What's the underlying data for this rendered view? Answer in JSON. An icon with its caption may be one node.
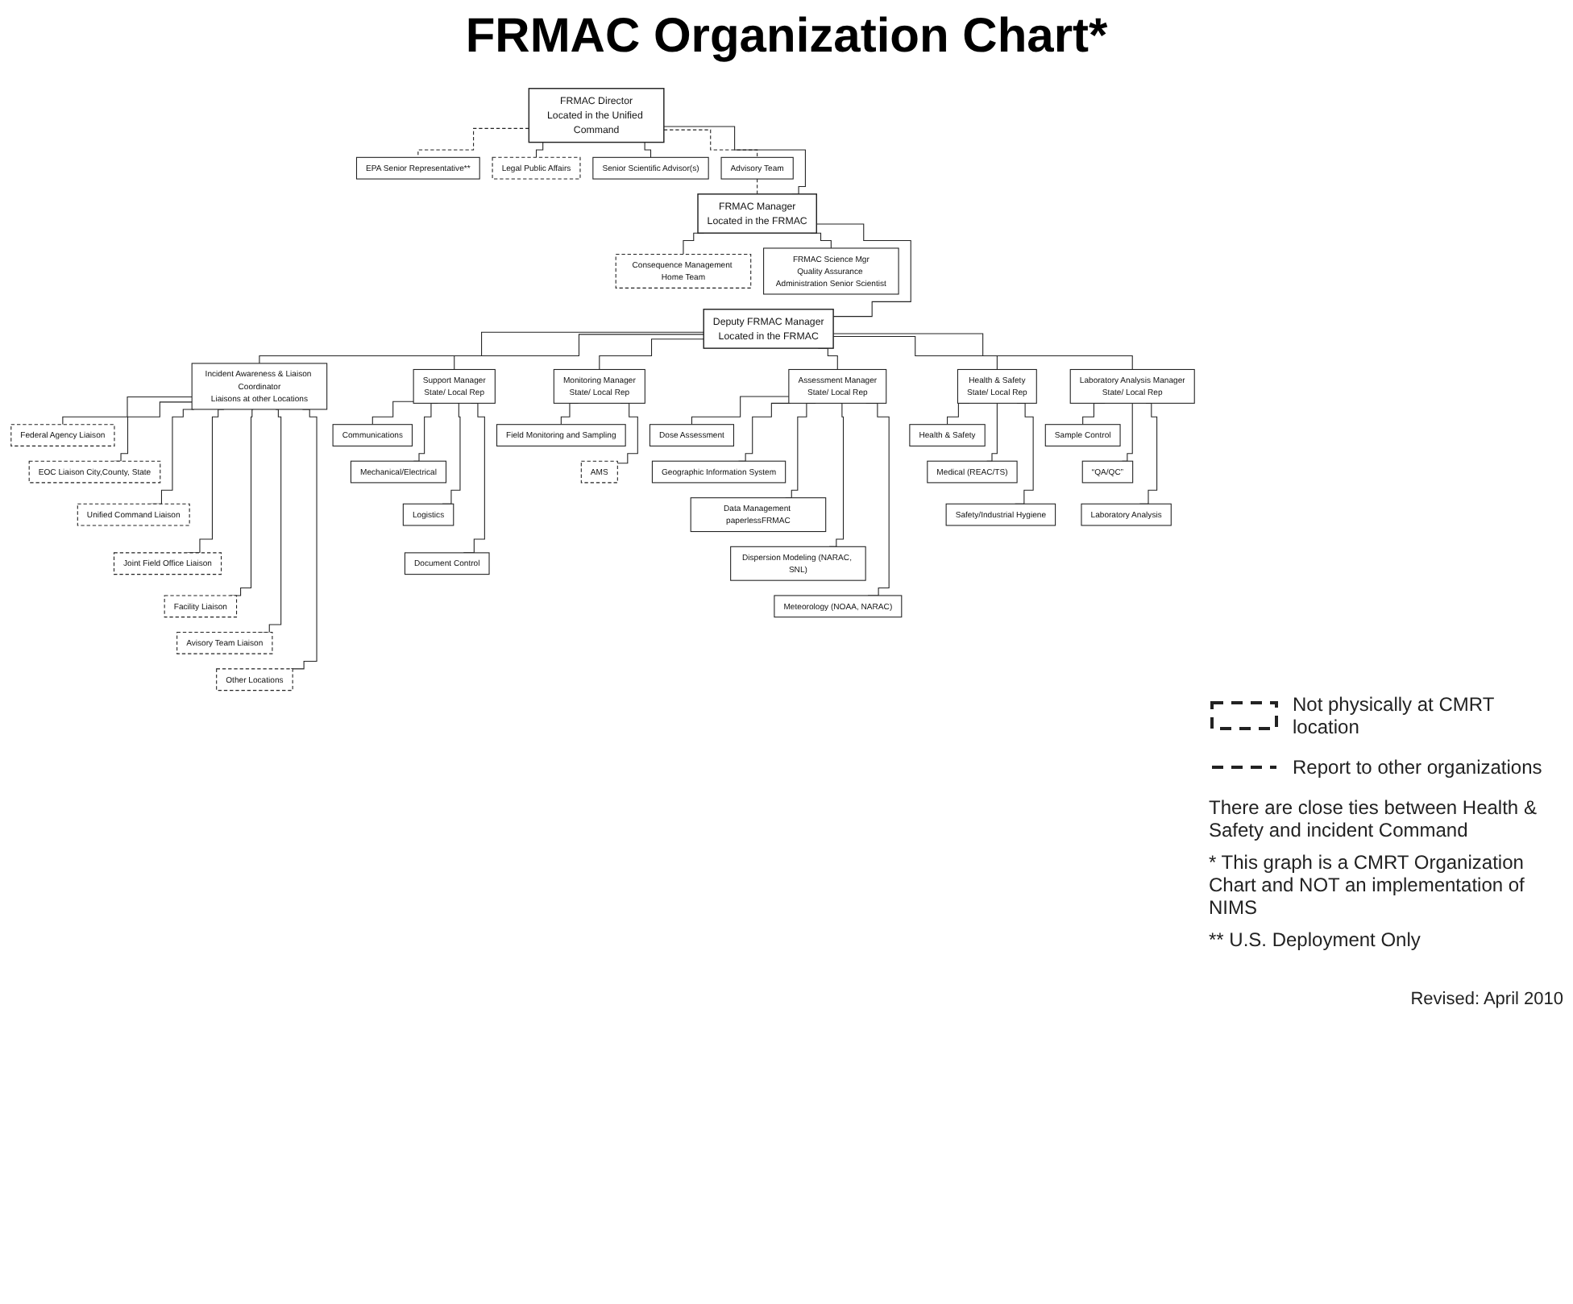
{
  "diagram": {
    "title": "FRMAC Organization Chart*",
    "nodes": [
      {
        "text": [
          "FRMAC Director",
          "Located in the Unified Command"
        ]
      },
      {
        "text": [
          "EPA Senior Representative**"
        ]
      },
      {
        "text": [
          "Legal Public Affairs"
        ]
      },
      {
        "text": [
          "Senior Scientific Advisor(s)"
        ]
      },
      {
        "text": [
          "Advisory Team"
        ]
      },
      {
        "text": [
          "Consequence Management Home Team"
        ]
      },
      {
        "text": [
          "FRMAC Manager",
          "Located in the FRMAC"
        ]
      },
      {
        "text": [
          "FRMAC Science Mgr",
          "Quality Assurance Administration Senior Scientist"
        ]
      },
      {
        "text": [
          "Deputy FRMAC Manager",
          "Located in the FRMAC"
        ]
      },
      {
        "text": [
          "Incident Awareness & Liaison Coordinator",
          "Liaisons at other Locations"
        ]
      },
      {
        "text": [
          "Support Manager",
          "State/ Local Rep"
        ]
      },
      {
        "text": [
          "Monitoring Manager",
          "State/ Local Rep"
        ]
      },
      {
        "text": [
          "Assessment Manager",
          "State/ Local Rep"
        ]
      },
      {
        "text": [
          "Health & Safety",
          "State/ Local Rep"
        ]
      },
      {
        "text": [
          "Laboratory Analysis Manager",
          "State/ Local Rep"
        ]
      },
      {
        "text": [
          "Federal Agency Liaison"
        ]
      },
      {
        "text": [
          "EOC Liaison City,County, State"
        ]
      },
      {
        "text": [
          "Unified Command Liaison"
        ]
      },
      {
        "text": [
          "Joint Field Office Liaison"
        ]
      },
      {
        "text": [
          "Facility Liaison"
        ]
      },
      {
        "text": [
          "Avisory Team Liaison"
        ]
      },
      {
        "text": [
          "Other Locations"
        ]
      },
      {
        "text": [
          "Communications"
        ]
      },
      {
        "text": [
          "Mechanical/Electrical"
        ]
      },
      {
        "text": [
          "Logistics"
        ]
      },
      {
        "text": [
          "Document Control"
        ]
      },
      {
        "text": [
          "Field Monitoring and Sampling"
        ]
      },
      {
        "text": [
          "AMS"
        ]
      },
      {
        "text": [
          "Dose Assessment"
        ]
      },
      {
        "text": [
          "Geographic Information System"
        ]
      },
      {
        "text": [
          "Data Management paperlessFRMAC"
        ]
      },
      {
        "text": [
          "Dispersion Modeling (NARAC, SNL)"
        ]
      },
      {
        "text": [
          "Meteorology (NOAA, NARAC)"
        ]
      },
      {
        "text": [
          "Health & Safety"
        ]
      },
      {
        "text": [
          "Medical (REAC/TS)"
        ]
      },
      {
        "text": [
          "Safety/Industrial Hygiene"
        ]
      },
      {
        "text": [
          "Sample Control"
        ]
      },
      {
        "text": [
          "“QA/QC”"
        ]
      },
      {
        "text": [
          "Laboratory Analysis"
        ]
      }
    ],
    "edges": [
      {
        "from": 0,
        "to": 1,
        "arrow": "none",
        "style": "dashed"
      },
      {
        "from": 0,
        "to": 2,
        "arrow": "none"
      },
      {
        "from": 0,
        "to": 3,
        "arrow": "none"
      },
      {
        "from": 0,
        "to": 4,
        "arrow": "none",
        "style": "dashed"
      },
      {
        "from": 0,
        "to": 6,
        "arrow": "none"
      },
      {
        "from": 6,
        "to": 4,
        "arrow": "none",
        "style": "dashed"
      },
      {
        "from": 6,
        "to": 5,
        "arrow": "none"
      },
      {
        "from": 6,
        "to": 7,
        "arrow": "none"
      },
      {
        "from": 6,
        "to": 8,
        "arrow": "none"
      },
      {
        "from": 8,
        "to": 9,
        "arrow": "none"
      },
      {
        "from": 8,
        "to": 10,
        "arrow": "none"
      },
      {
        "from": 8,
        "to": 11,
        "arrow": "none"
      },
      {
        "from": 8,
        "to": 12,
        "arrow": "none"
      },
      {
        "from": 8,
        "to": 13,
        "arrow": "none"
      },
      {
        "from": 8,
        "to": 14,
        "arrow": "none"
      },
      {
        "from": 9,
        "to": 15,
        "arrow": "none"
      },
      {
        "from": 9,
        "to": 16,
        "arrow": "none"
      },
      {
        "from": 9,
        "to": 17,
        "arrow": "none"
      },
      {
        "from": 9,
        "to": 18,
        "arrow": "none"
      },
      {
        "from": 9,
        "to": 19,
        "arrow": "none"
      },
      {
        "from": 9,
        "to": 20,
        "arrow": "none"
      },
      {
        "from": 9,
        "to": 21,
        "arrow": "none"
      },
      {
        "from": 10,
        "to": 22,
        "arrow": "none"
      },
      {
        "from": 10,
        "to": 23,
        "arrow": "none"
      },
      {
        "from": 10,
        "to": 24,
        "arrow": "none"
      },
      {
        "from": 10,
        "to": 25,
        "arrow": "none"
      },
      {
        "from": 11,
        "to": 26,
        "arrow": "none"
      },
      {
        "from": 11,
        "to": 27,
        "arrow": "none"
      },
      {
        "from": 12,
        "to": 28,
        "arrow": "none"
      },
      {
        "from": 12,
        "to": 29,
        "arrow": "none"
      },
      {
        "from": 12,
        "to": 30,
        "arrow": "none"
      },
      {
        "from": 12,
        "to": 31,
        "arrow": "none"
      },
      {
        "from": 12,
        "to": 32,
        "arrow": "none"
      },
      {
        "from": 13,
        "to": 33,
        "arrow": "none"
      },
      {
        "from": 13,
        "to": 34,
        "arrow": "none"
      },
      {
        "from": 13,
        "to": 35,
        "arrow": "none"
      },
      {
        "from": 14,
        "to": 36,
        "arrow": "none"
      },
      {
        "from": 14,
        "to": 37,
        "arrow": "none"
      },
      {
        "from": 14,
        "to": 38,
        "arrow": "none"
      }
    ],
    "labels": [
      "There are close ties between Health & Safety and incident Command",
      "* This graph is a CMRT Organization Chart and NOT an implementation of NIMS",
      "** U.S. Deployment Only",
      "Revised: April 2010"
    ],
    "legend": [
      {
        "text": "Not physically at CMRT location"
      },
      {
        "text": "Report to other organizations"
      }
    ]
  }
}
